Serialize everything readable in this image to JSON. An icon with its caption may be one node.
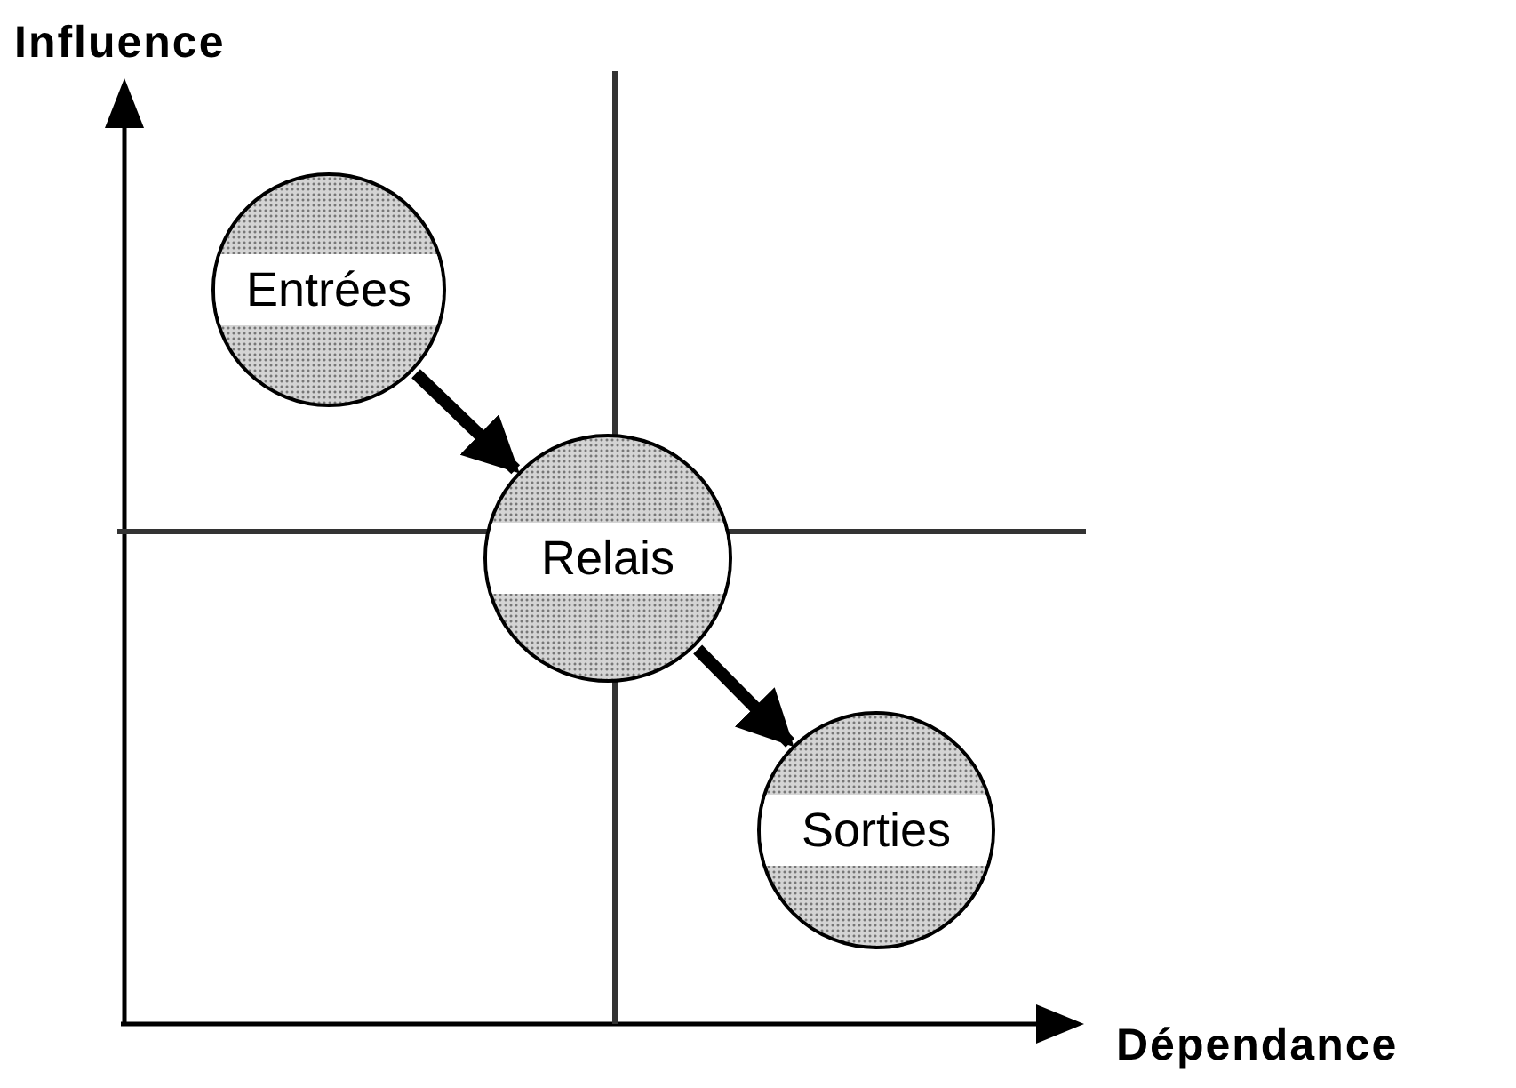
{
  "diagram": {
    "nodes": [
      {
        "text": [
          "Entrées"
        ]
      },
      {
        "text": [
          "Relais"
        ]
      },
      {
        "text": [
          "Sorties"
        ]
      }
    ],
    "edges": [
      {
        "from": 0,
        "to": 1,
        "arrow": "to"
      },
      {
        "from": 1,
        "to": 2,
        "arrow": "to"
      }
    ],
    "labels": [
      "Influence",
      "Dépendance"
    ]
  }
}
